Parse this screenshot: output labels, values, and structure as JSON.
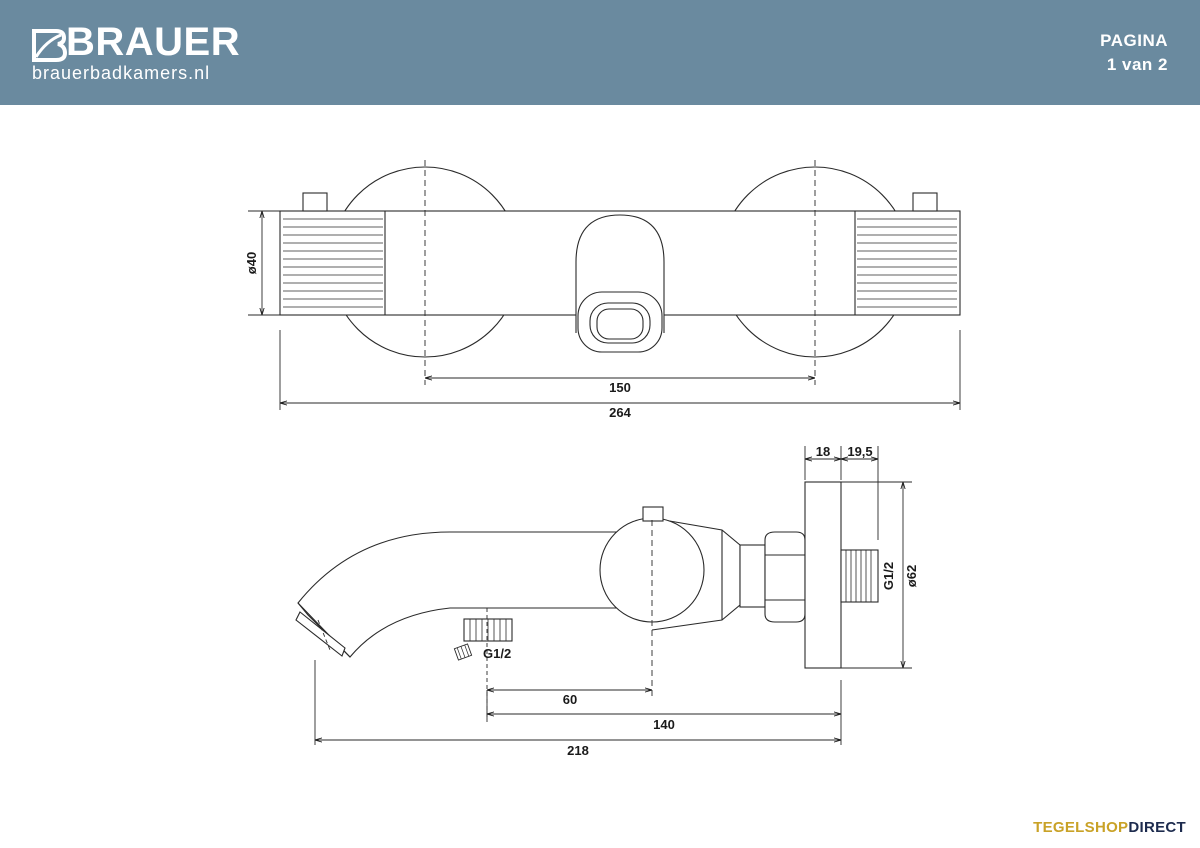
{
  "header": {
    "brand": "BRAUER",
    "website": "brauerbadkamers.nl",
    "page_label": "PAGINA",
    "page_number": "1 van 2",
    "background_color": "#6a8a9f"
  },
  "top_view": {
    "dim_diameter": "ø40",
    "dim_centers": "150",
    "dim_total": "264"
  },
  "side_view": {
    "dim_18": "18",
    "dim_19_5": "19,5",
    "dim_thread_wall": "G1/2",
    "dim_rosette": "ø62",
    "dim_thread_outlet": "G1/2",
    "dim_60": "60",
    "dim_140": "140",
    "dim_218": "218"
  },
  "footer": {
    "logo_part1": "TEGELSHOP",
    "logo_part2": "DIRECT",
    "logo_color1": "#c9a227",
    "logo_color2": "#1d2b4e"
  }
}
